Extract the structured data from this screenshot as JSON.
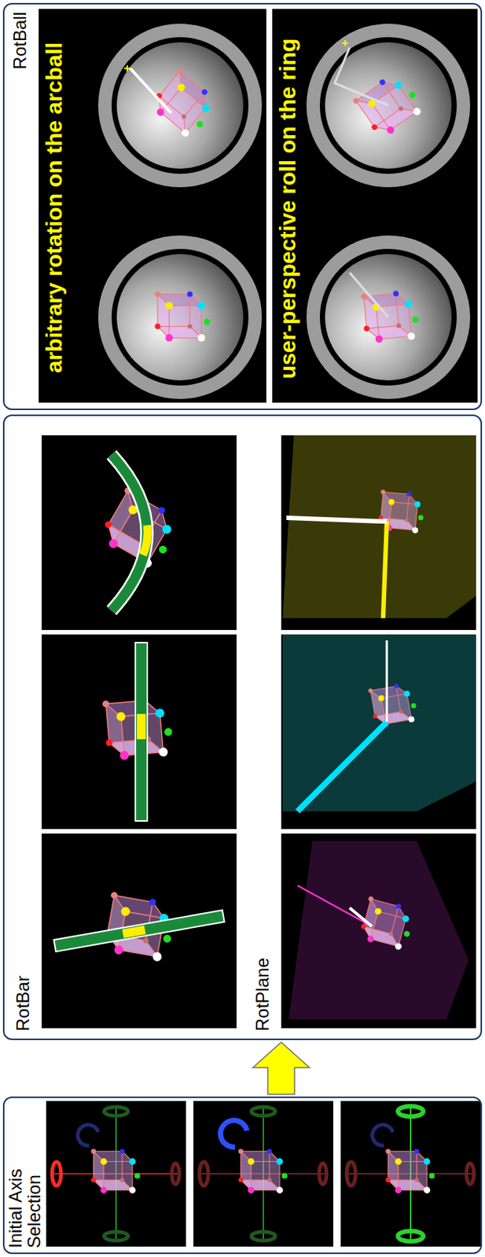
{
  "diagram": {
    "nodes": [
      {
        "text": [
          "Initial Axis Selection"
        ]
      },
      {
        "text": [
          "RotBar",
          "RotPlane"
        ]
      },
      {
        "text": [
          "RotBall"
        ]
      }
    ],
    "edges": [
      {
        "from": 0,
        "to": 1,
        "arrow": "to"
      }
    ],
    "labels": [
      "arbitrary rotation on the arcball",
      "user-perspective roll on the ring"
    ]
  }
}
